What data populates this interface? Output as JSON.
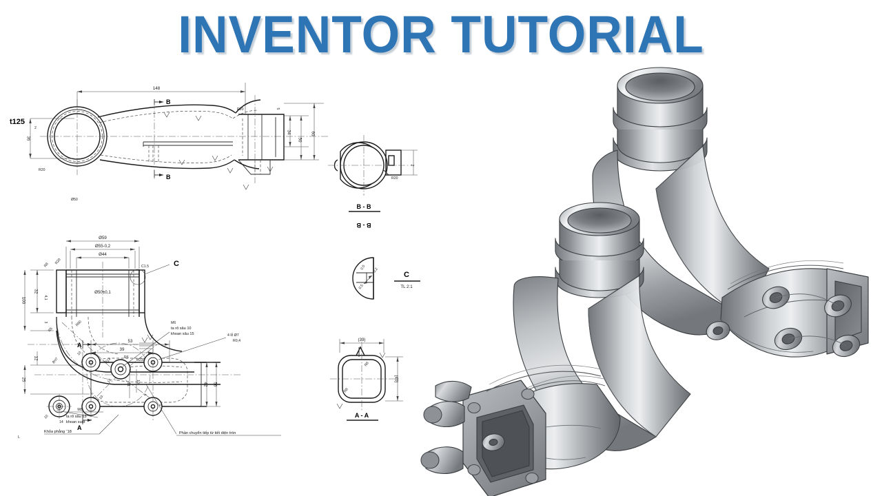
{
  "page": {
    "background": "#ffffff",
    "title": "INVENTOR TUTORIAL",
    "title_color": "#2E75B6"
  },
  "drawing_top": {
    "name": "top-elbow-plan-view",
    "part_label": "t125",
    "dimensions": {
      "overall_length": "148",
      "bore_offset": "36",
      "flange_h1": "34",
      "flange_h2": "50",
      "flange_h3": "60",
      "wall": "2",
      "rib": "5"
    },
    "section_marks": {
      "top": "B",
      "bottom": "B"
    },
    "radius_notes": [
      "R20",
      "R20"
    ]
  },
  "section_bb": {
    "name": "section-b-b",
    "label": "B - B",
    "mirror_label": "B - B",
    "notes": [
      "R20",
      "2"
    ]
  },
  "drawing_bottom": {
    "name": "bottom-elbow-section-view",
    "diameters": {
      "outer": "Ø59",
      "seat": "Ø55-0,2",
      "bore_top": "Ø44",
      "bore_main": "Ø50±0,1"
    },
    "chamfer": "C1.5",
    "detail_callout": "C",
    "vertical_dims": [
      "32",
      "4,1",
      "100",
      "12",
      "25",
      "3"
    ],
    "radii": [
      "R60",
      "R235",
      "R8",
      "R10",
      "R14"
    ],
    "flange_dims": [
      "53",
      "39",
      "42",
      "56",
      "21",
      "10",
      "14",
      "4",
      "5"
    ],
    "section_marks": {
      "top": "A",
      "bottom": "A"
    },
    "notes": [
      {
        "id": "m6-note",
        "lines": [
          "M6",
          "ta rô sâu 10",
          "khoan sâu 15"
        ]
      },
      {
        "id": "hole-note",
        "lines": [
          "4 lỗ Ø7",
          "R0,4"
        ]
      },
      {
        "id": "m8-note",
        "lines": [
          "M8",
          "ta rô sâu 13",
          "khoan suốt"
        ]
      },
      {
        "id": "face-note",
        "text": "Khỏa phẳng ˘18"
      },
      {
        "id": "transition-note",
        "text": "Phần chuyển tiếp từ tiết diện tròn"
      }
    ]
  },
  "detail_c": {
    "name": "detail-c",
    "label": "C",
    "scale": "TL 2:1",
    "dims": [
      "0,5",
      "0,2",
      "R0,5",
      "R0,2"
    ]
  },
  "section_aa": {
    "name": "section-a-a",
    "label": "A - A",
    "width": "(39)",
    "height": "(40)",
    "radii": [
      "R8",
      "R8"
    ]
  },
  "models": {
    "name": "3d-rendered-models",
    "items": [
      {
        "id": "model-front",
        "label": "pipe elbow front view"
      },
      {
        "id": "model-rear",
        "label": "pipe elbow rear view"
      }
    ],
    "material_color": "#9a9da1",
    "highlight_color": "#e8eaec",
    "shadow_color": "#55585c",
    "edge_color": "#3a3d40"
  }
}
